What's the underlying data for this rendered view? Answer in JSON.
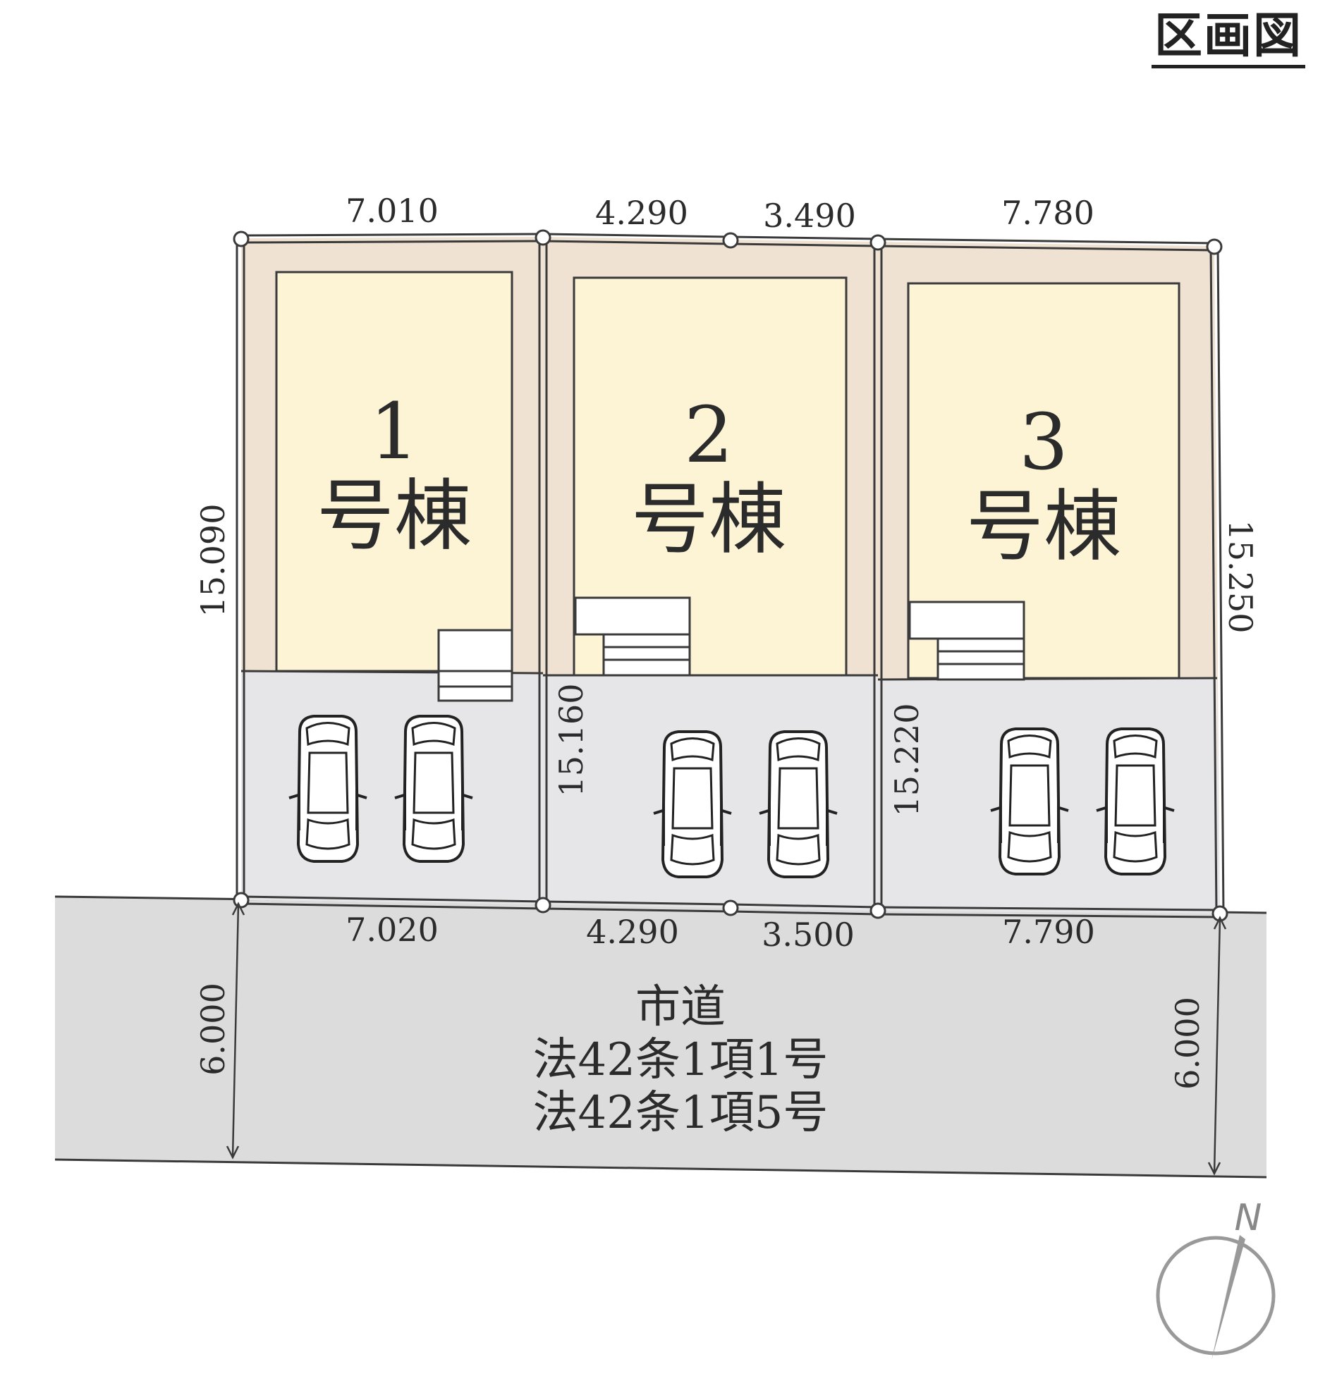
{
  "page_title": "区画図",
  "lots": [
    {
      "number": "1",
      "label": "号棟"
    },
    {
      "number": "2",
      "label": "号棟"
    },
    {
      "number": "3",
      "label": "号棟"
    }
  ],
  "dimensions": {
    "top": [
      "7.010",
      "4.290",
      "3.490",
      "7.780"
    ],
    "bottom": [
      "7.020",
      "4.290",
      "3.500",
      "7.790"
    ],
    "lot1_depth": "15.090",
    "lot2_depth": "15.160",
    "lot3_depth_inner": "15.220",
    "lot3_depth_right": "15.250",
    "road_width_left": "6.000",
    "road_width_right": "6.000"
  },
  "road": {
    "name": "市道",
    "line2": "法42条1項1号",
    "line3": "法42条1項5号"
  },
  "compass": {
    "letter": "N"
  },
  "colors": {
    "building_fill": "#fdf4d6",
    "lot_margin": "#efe2d2",
    "parking": "#e6e6e8",
    "road": "#dcdcdd",
    "outline": "#3a3a3a"
  }
}
